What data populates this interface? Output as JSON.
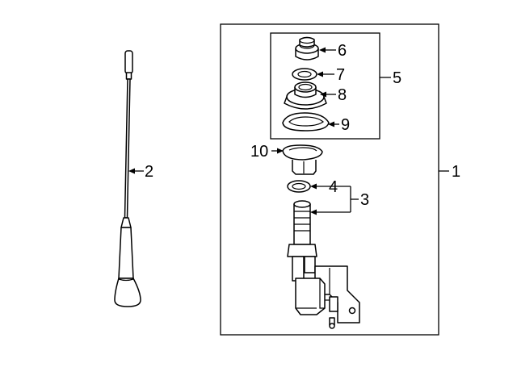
{
  "diagram": {
    "callouts": [
      {
        "id": "c1",
        "label": "1"
      },
      {
        "id": "c2",
        "label": "2"
      },
      {
        "id": "c3",
        "label": "3"
      },
      {
        "id": "c4",
        "label": "4"
      },
      {
        "id": "c5",
        "label": "5"
      },
      {
        "id": "c6",
        "label": "6"
      },
      {
        "id": "c7",
        "label": "7"
      },
      {
        "id": "c8",
        "label": "8"
      },
      {
        "id": "c9",
        "label": "9"
      },
      {
        "id": "c10",
        "label": "10"
      }
    ]
  }
}
